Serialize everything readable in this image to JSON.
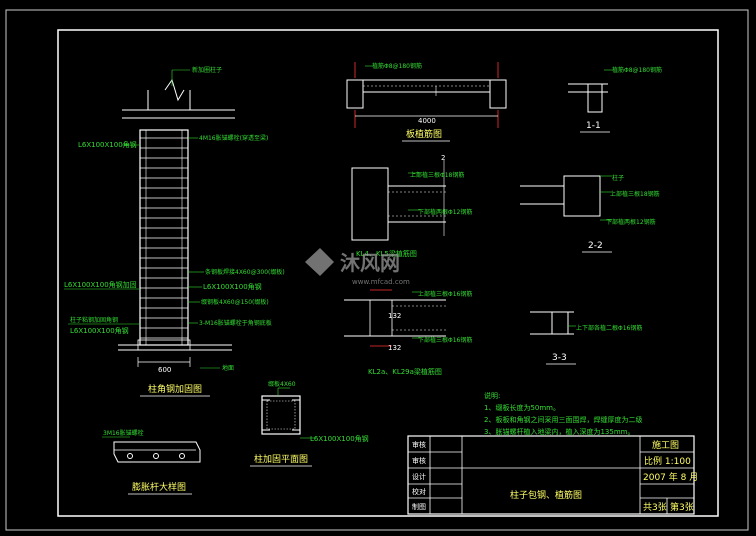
{
  "colors": {
    "background": "#000000",
    "line": "#ffffff",
    "label": "#33dd33",
    "dimension": "#ff3333",
    "title_text": "#ffff66"
  },
  "column_elevation": {
    "top_note": "新加圈柱子",
    "anchor_note": "4M16胀锚螺栓(穿透至梁)",
    "angle_top": "L6X100X100角钢",
    "note_batten": "条钢板焊接4X60@300(缀板)",
    "angle_mid1": "L6X100X100角钢",
    "angle_mid2": "L6X100X100角钢",
    "note_batten2": "缀钢板4X60@150(缀板)",
    "base_anchor": "3-M16胀锚螺栓于角钢底板",
    "left_note1": "L6X100X100角钢加固",
    "left_note2": "柱子粘钢加固角钢",
    "left_note3": "L6X100X100角钢",
    "dim_bottom": "600",
    "foot_note": "地面",
    "title": "柱角钢加固图"
  },
  "bolt_detail": {
    "note": "3M16胀锚螺栓",
    "title": "膨胀杆大样图"
  },
  "section_plan": {
    "note_top": "缀板4X60",
    "note_angle": "L6X100X100角钢",
    "title": "柱加固平面图"
  },
  "slab_detail": {
    "note": "植筋Φ8@180钢筋",
    "dim": "4000",
    "title": "板植筋图"
  },
  "section_1": {
    "note": "植筋Φ8@180钢筋",
    "title": "1-1"
  },
  "beam_detail_top": {
    "note_top": "上部植三根Φ18钢筋",
    "note_bottom": "下部植两根Φ12钢筋",
    "title": "KL4、KL5梁植筋图"
  },
  "section_2": {
    "note_top": "柱子",
    "note_mid": "上部植三根18钢筋",
    "note_bottom": "下部植两根12钢筋",
    "title": "2-2"
  },
  "beam_detail_bottom": {
    "note_top": "上部植三根Φ16钢筋",
    "note_bottom": "下部植三根Φ16钢筋",
    "dim_top": "132",
    "dim_bottom": "132",
    "title": "KL2a、KL29a梁植筋图"
  },
  "section_3": {
    "note": "上下部各植二根Φ16钢筋",
    "title": "3-3"
  },
  "notes": {
    "heading": "说明:",
    "lines": [
      "1、缀板长度为50mm。",
      "2、板板和角钢之间采用三面围焊，焊缝厚度为二级",
      "3、胀锚螺杆植入地梁内，植入深度为135mm。"
    ]
  },
  "watermark": {
    "brand": "沐风网",
    "url": "www.mfcad.com"
  },
  "title_block": {
    "rows": [
      "审核",
      "审核",
      "设计",
      "校对",
      "制图"
    ],
    "drawing_title": "柱子包钢、植筋图",
    "stage": "施工图",
    "scale": "比例 1:100",
    "date": "2007 年 8 月",
    "sheet_total": "共3张",
    "sheet_no": "第3张"
  }
}
